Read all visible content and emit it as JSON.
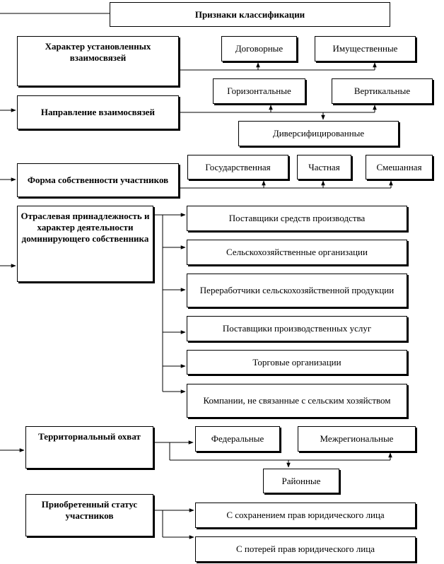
{
  "title": "Признаки классификации",
  "criteria": {
    "relations_character": "Характер установленных взаимосвязей",
    "relations_direction": "Направление взаимосвязей",
    "ownership_form": "Форма собственности участников",
    "industry": "Отраслевая принадлежность и характер деятельности доминирующего собственника",
    "territory": "Территориальный охват",
    "status": "Приобретенный статус участников"
  },
  "values": {
    "contractual": "Договорные",
    "property": "Имущественные",
    "horizontal": "Горизонтальные",
    "vertical": "Вертикальные",
    "diversified": "Диверсифицированные",
    "state": "Государственная",
    "private": "Частная",
    "mixed": "Смешанная",
    "suppliers_means": "Поставщики средств производства",
    "agri_orgs": "Сельскохозяйственные организации",
    "processors": "Переработчики сельскохозяйственной продукции",
    "service_suppliers": "Поставщики производственных услуг",
    "trade_orgs": "Торговые организации",
    "non_agri": "Компании, не связанные с сельским хозяйством",
    "federal": "Федеральные",
    "interregional": "Межрегиональные",
    "district": "Районные",
    "keep_rights": "С сохранением прав юридического лица",
    "lose_rights": "С потерей прав юридического лица"
  }
}
